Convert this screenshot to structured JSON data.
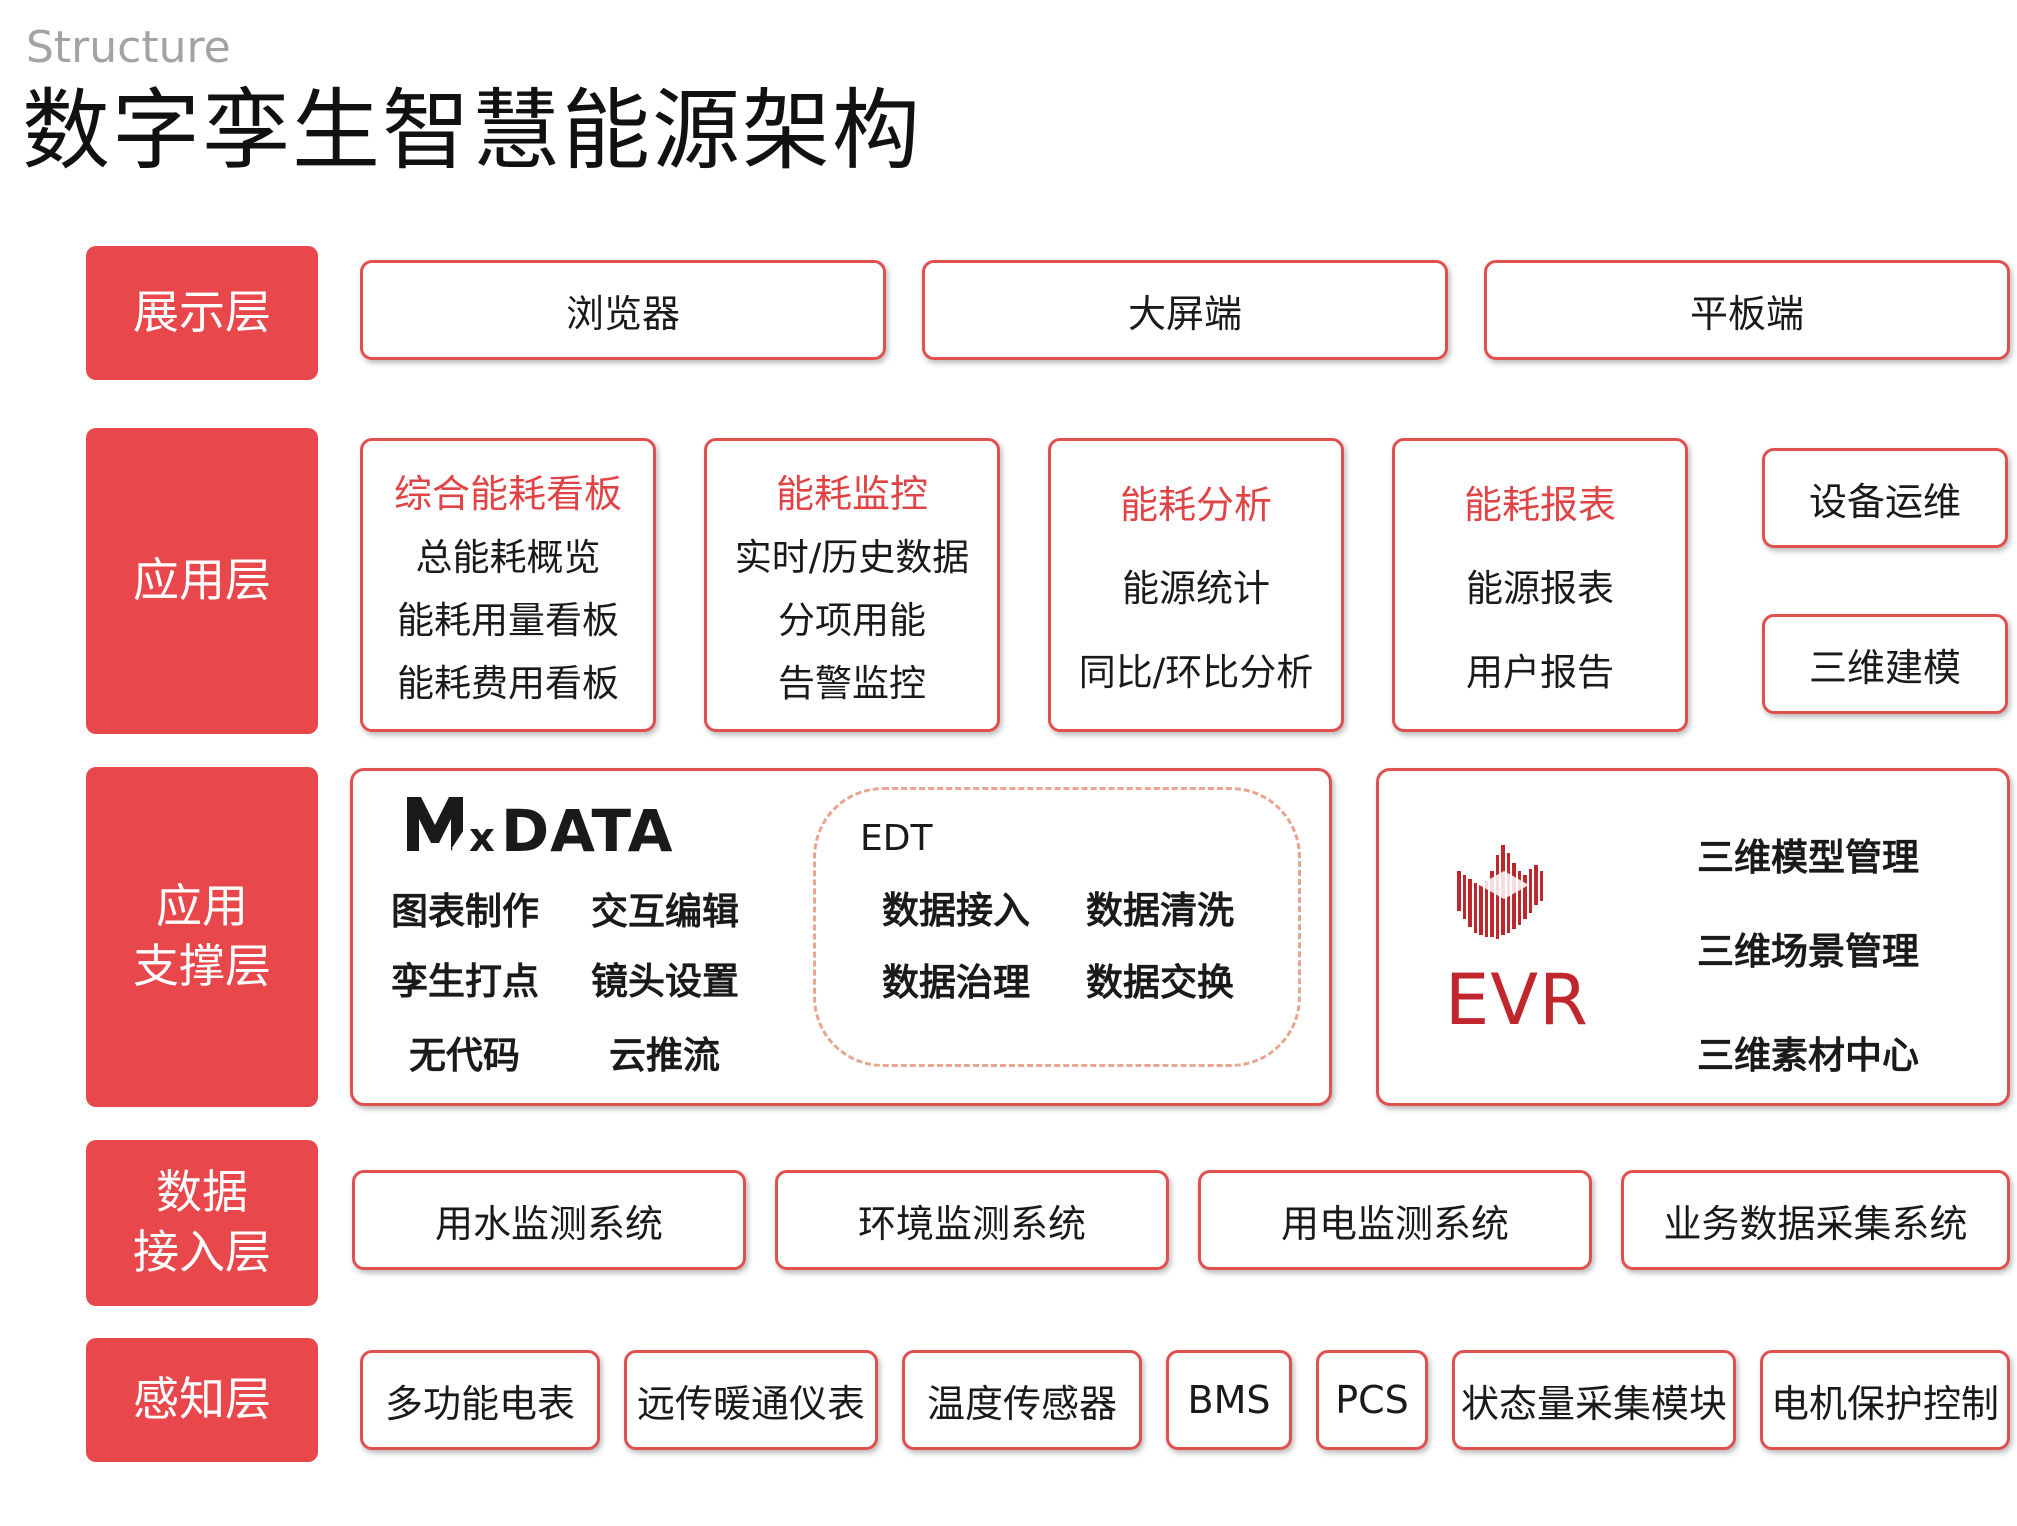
{
  "header": {
    "subtitle": "Structure",
    "title": "数字孪生智慧能源架构"
  },
  "layers": {
    "display": "展示层",
    "application": "应用层",
    "support_line1": "应用",
    "support_line2": "支撑层",
    "data_access_line1": "数据",
    "data_access_line2": "接入层",
    "perception": "感知层"
  },
  "display_items": [
    "浏览器",
    "大屏端",
    "平板端"
  ],
  "app_cards": [
    {
      "title": "综合能耗看板",
      "items": [
        "总能耗概览",
        "能耗用量看板",
        "能耗费用看板"
      ]
    },
    {
      "title": "能耗监控",
      "items": [
        "实时/历史数据",
        "分项用能",
        "告警监控"
      ]
    },
    {
      "title": "能耗分析",
      "items": [
        "能源统计",
        "同比/环比分析"
      ]
    },
    {
      "title": "能耗报表",
      "items": [
        "能源报表",
        "用户报告"
      ]
    }
  ],
  "app_side": [
    "设备运维",
    "三维建模"
  ],
  "support": {
    "mxdata": {
      "logo": "MxDATA",
      "features": [
        "图表制作",
        "交互编辑",
        "孪生打点",
        "镜头设置",
        "无代码",
        "云推流"
      ]
    },
    "edt": {
      "label": "EDT",
      "features": [
        "数据接入",
        "数据清洗",
        "数据治理",
        "数据交换"
      ]
    },
    "evr": {
      "label": "EVR",
      "features": [
        "三维模型管理",
        "三维场景管理",
        "三维素材中心"
      ]
    }
  },
  "data_access_items": [
    "用水监测系统",
    "环境监测系统",
    "用电监测系统",
    "业务数据采集系统"
  ],
  "perception_items": [
    "多功能电表",
    "远传暖通仪表",
    "温度传感器",
    "BMS",
    "PCS",
    "状态量采集模块",
    "电机保护控制"
  ],
  "colors": {
    "accent": "#e8484b",
    "border": "#e0504f",
    "title_red": "#e04446",
    "evr_red": "#c0272d",
    "dashed": "#e8a58f"
  }
}
